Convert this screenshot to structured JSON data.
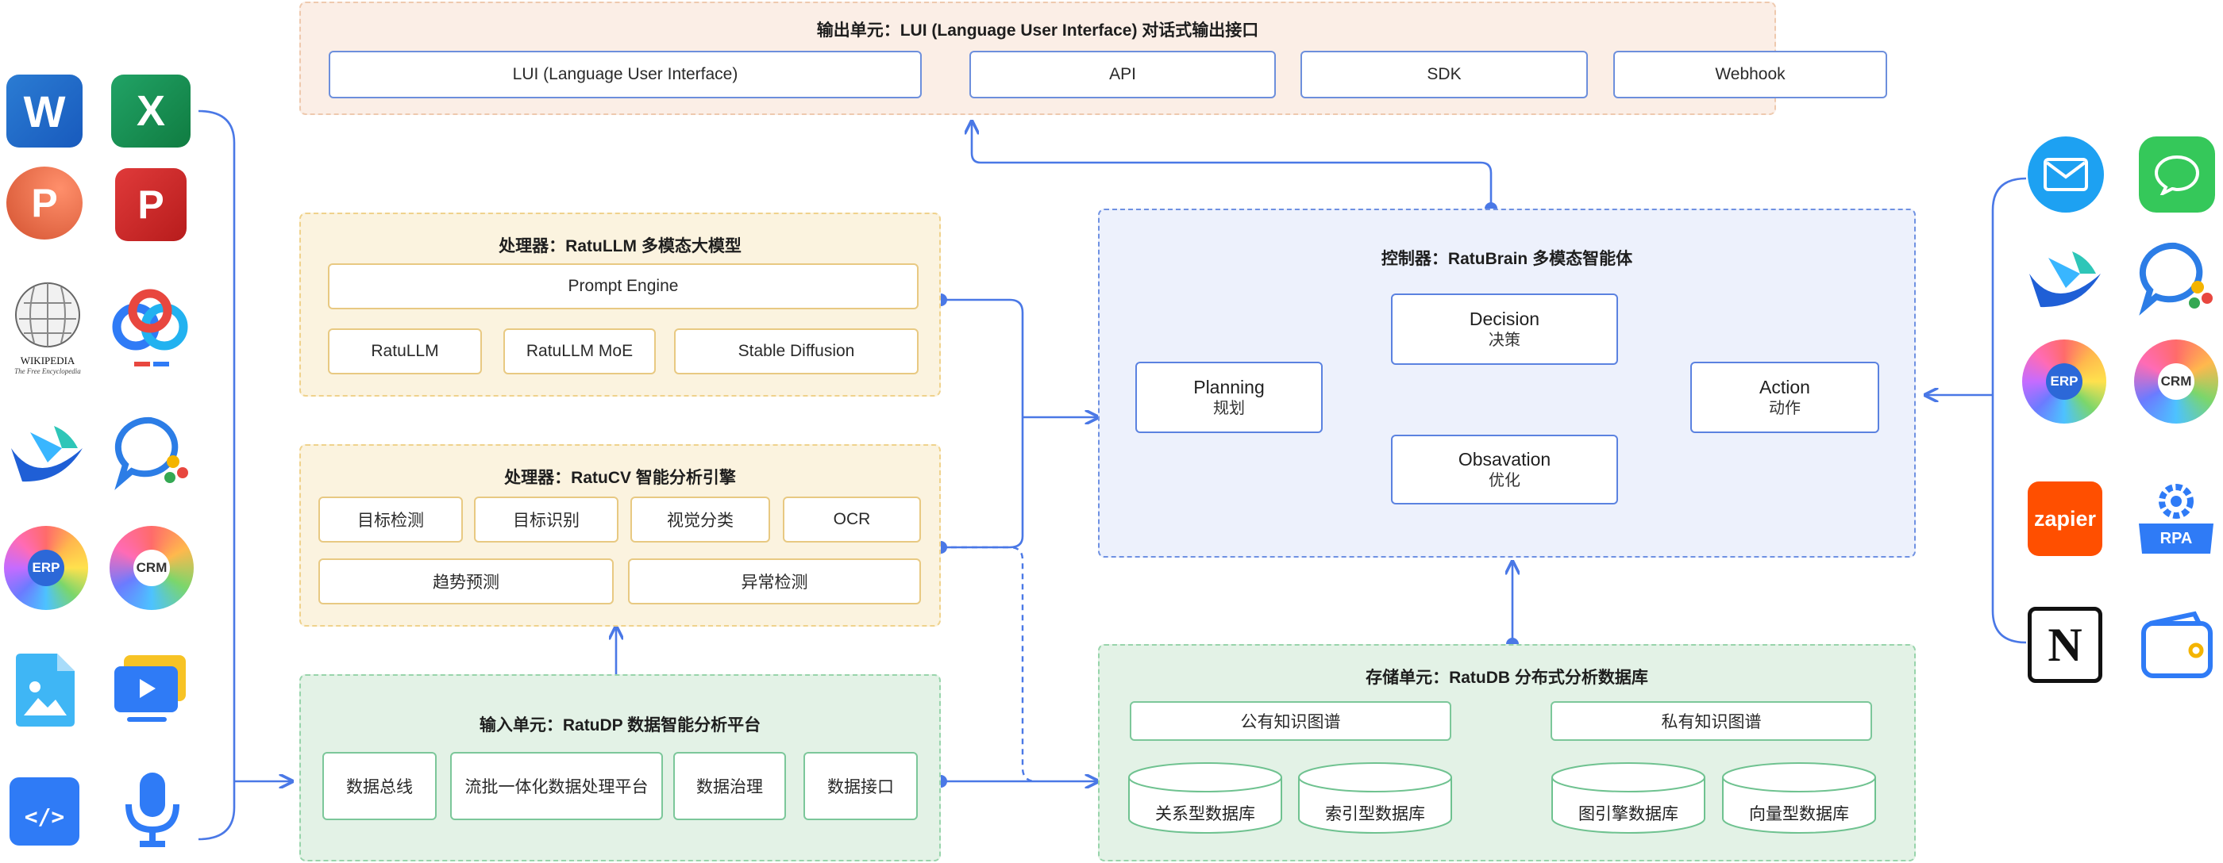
{
  "output_unit": {
    "title": "输出单元：LUI (Language User Interface) 对话式输出接口",
    "items": [
      "LUI (Language User Interface)",
      "API",
      "SDK",
      "Webhook"
    ]
  },
  "llm": {
    "title": "处理器：RatuLLM 多模态大模型",
    "prompt": "Prompt Engine",
    "items": [
      "RatuLLM",
      "RatuLLM MoE",
      "Stable Diffusion"
    ]
  },
  "cv": {
    "title": "处理器：RatuCV 智能分析引擎",
    "row1": [
      "目标检测",
      "目标识别",
      "视觉分类",
      "OCR"
    ],
    "row2": [
      "趋势预测",
      "异常检测"
    ]
  },
  "input_unit": {
    "title": "输入单元：RatuDP 数据智能分析平台",
    "items": [
      "数据总线",
      "流批一体化数据处理平台",
      "数据治理",
      "数据接口"
    ]
  },
  "brain": {
    "title": "控制器：RatuBrain 多模态智能体",
    "decision": {
      "en": "Decision",
      "zh": "决策"
    },
    "planning": {
      "en": "Planning",
      "zh": "规划"
    },
    "action": {
      "en": "Action",
      "zh": "动作"
    },
    "observation": {
      "en": "Obsavation",
      "zh": "优化"
    }
  },
  "storage": {
    "title": "存储单元：RatuDB 分布式分析数据库",
    "kg_public": "公有知识图谱",
    "kg_private": "私有知识图谱",
    "dbs": [
      "关系型数据库",
      "索引型数据库",
      "图引擎数据库",
      "向量型数据库"
    ]
  },
  "left_icons": {
    "word": "W",
    "excel": "X",
    "powerpoint": "P",
    "pdf": "P",
    "wikipedia_name": "WIKIPEDIA",
    "wikipedia_tagline": "The Free Encyclopedia",
    "erp": "ERP",
    "crm": "CRM",
    "code": "</>"
  },
  "right_icons": {
    "erp": "ERP",
    "crm": "CRM",
    "zapier": "zapier",
    "rpa": "RPA",
    "notion": "N"
  },
  "colors": {
    "wire": "#4a78e6",
    "output_bg": "#fbeee6",
    "output_border": "#eec9ae",
    "processor_bg": "#fbf3df",
    "processor_border": "#efd28c",
    "input_bg": "#e3f2e6",
    "input_border": "#98d4ab",
    "brain_bg": "#edf1fc",
    "brain_border": "#6f91e2"
  }
}
